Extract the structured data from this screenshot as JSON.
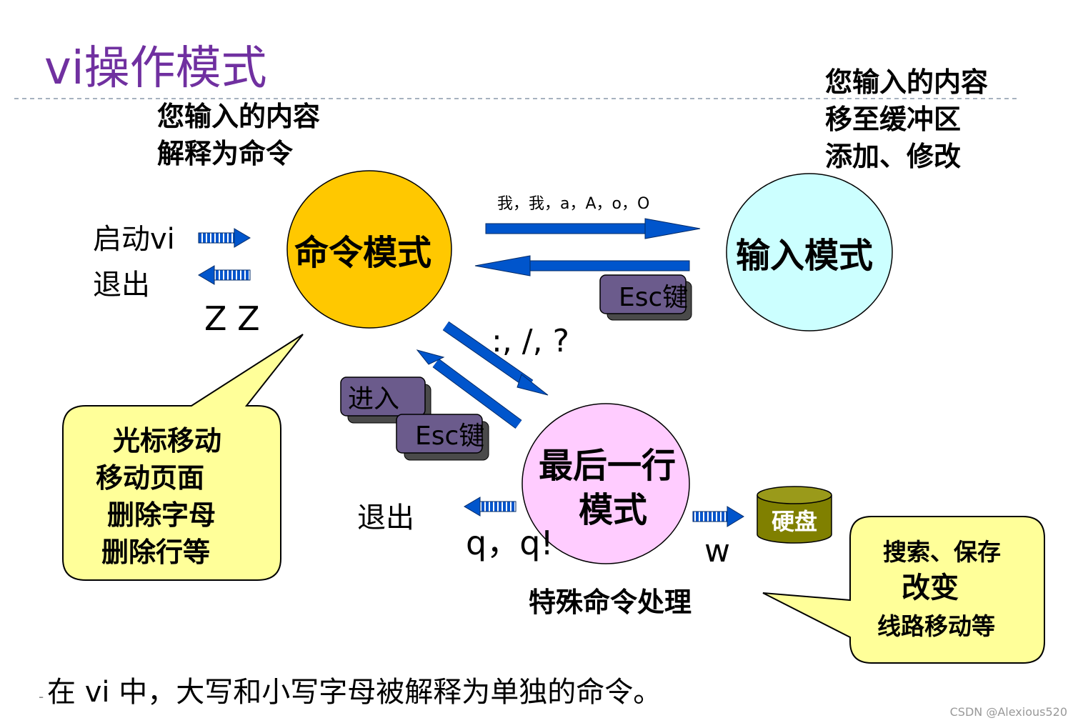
{
  "title": "vi操作模式",
  "colors": {
    "title": "#7030A0",
    "command_mode_fill": "#FFC800",
    "input_mode_fill": "#CCFFFF",
    "last_line_fill": "#FFCCFF",
    "arrow_fill": "#0055CC",
    "key_box_fill": "#6B5B8C",
    "callout_fill": "#FFFF99",
    "disk_fill": "#808000"
  },
  "modes": {
    "command": "命令模式",
    "input": "输入模式",
    "last_line_1": "最后一行",
    "last_line_2": "模式"
  },
  "notes": {
    "command_desc": [
      "您输入的内容",
      "解释为命令"
    ],
    "input_desc": [
      "您输入的内容",
      "移至缓冲区",
      "添加、修改"
    ],
    "start_vi": "启动vi",
    "exit_cmd": "退出",
    "zz": "Z Z",
    "to_input_keys": "我，我，a，A，o，O",
    "esc_label_1": "Esc键",
    "colon_keys": ":, /, ?",
    "enter_label": "进入",
    "esc_label_2": "Esc键",
    "exit_last": "退出",
    "quit_keys": "q，q!",
    "write_key": "w",
    "disk": "硬盘",
    "special": "特殊命令处理"
  },
  "callout_left": [
    "光标移动",
    "移动页面",
    "删除字母",
    "删除行等"
  ],
  "callout_right": [
    "搜索、保存",
    "改变",
    "线路移动等"
  ],
  "footer": "在 vi 中，大写和小写字母被解释为单独的命令。",
  "watermark": "CSDN @Alexious520"
}
